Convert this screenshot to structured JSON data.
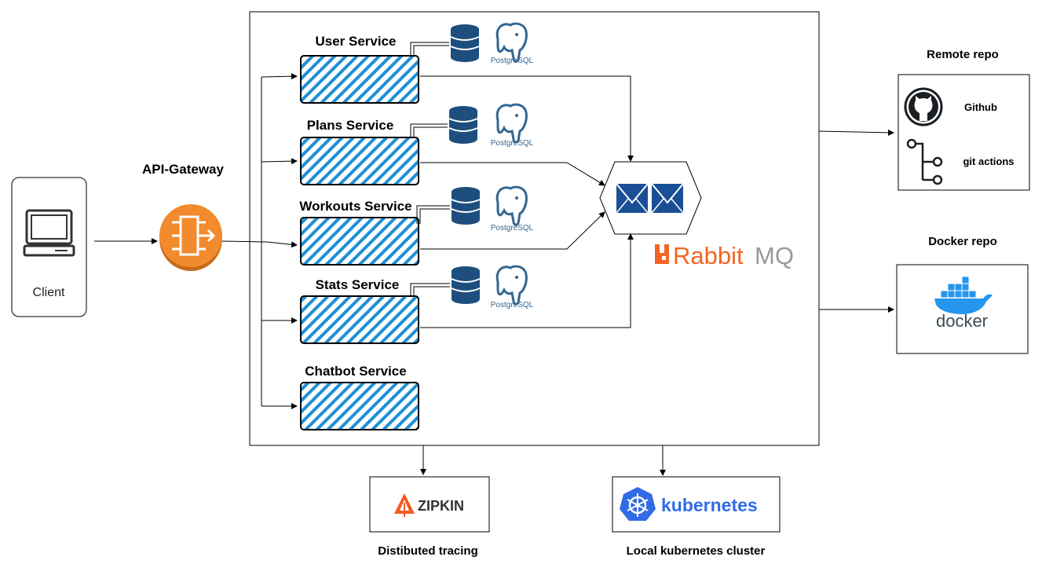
{
  "client": {
    "label": "Client"
  },
  "gateway": {
    "label": "API-Gateway"
  },
  "services": [
    {
      "label": "User Service",
      "db_label": "PostgreSQL"
    },
    {
      "label": "Plans Service",
      "db_label": "PostgreSQL"
    },
    {
      "label": "Workouts Service",
      "db_label": "PostgreSQL"
    },
    {
      "label": "Stats Service",
      "db_label": "PostgreSQL"
    },
    {
      "label": "Chatbot Service"
    }
  ],
  "broker": {
    "name_part1": "Rabbit",
    "name_part2": "MQ"
  },
  "remote_repo": {
    "title": "Remote repo",
    "github_label": "Github",
    "actions_label": "git actions"
  },
  "docker_repo": {
    "title": "Docker repo",
    "logo_text": "docker"
  },
  "tracing": {
    "logo_text": "ZIPKIN",
    "caption": "Distibuted tracing"
  },
  "k8s": {
    "logo_text": "kubernetes",
    "caption": "Local kubernetes cluster"
  },
  "colors": {
    "service_stripe": "#1e8fd6",
    "db_blue": "#1e4e7e",
    "rabbit_orange": "#f26522",
    "gateway_orange": "#f28a2e",
    "k8s_blue": "#326ce5",
    "docker_blue": "#2496ed",
    "zipkin_orange": "#f25a1f"
  }
}
